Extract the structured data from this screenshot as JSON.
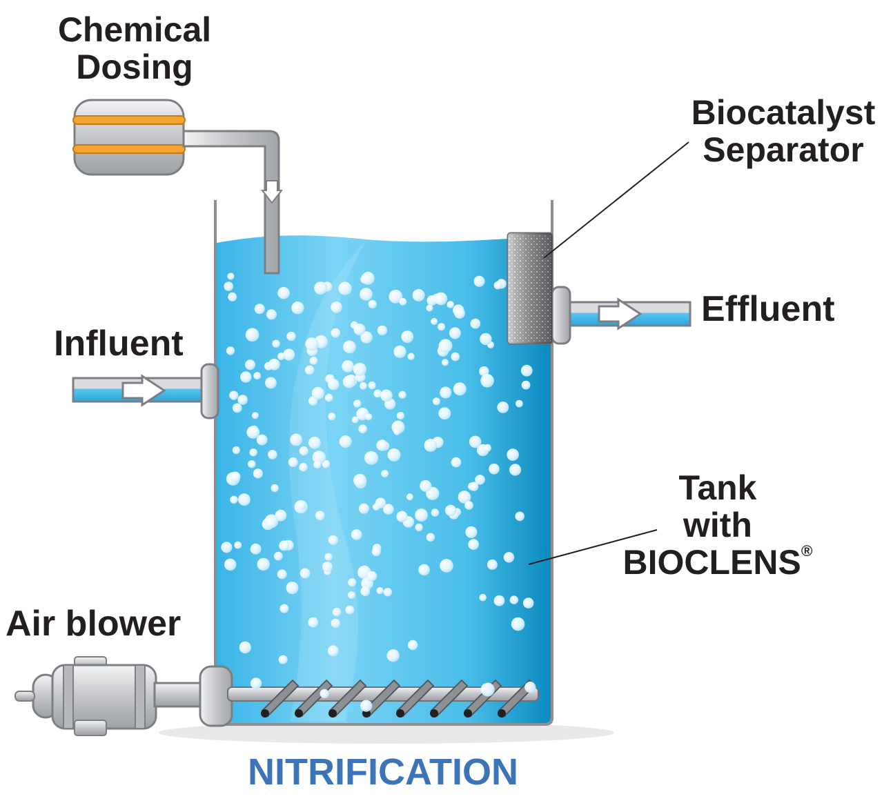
{
  "labels": {
    "chemical_dosing": [
      "Chemical",
      "Dosing"
    ],
    "biocatalyst_separator": [
      "Biocatalyst",
      "Separator"
    ],
    "effluent": "Effluent",
    "influent": "Influent",
    "tank": [
      "Tank",
      "with",
      "BIOCLENS"
    ],
    "tank_mark": "®",
    "air_blower": "Air blower",
    "process": "NITRIFICATION"
  },
  "colors": {
    "water_light": "#6dcdf2",
    "water_dark": "#0e8fc2",
    "pipe_gray": "#c9cbce",
    "pipe_outline": "#7b7e82",
    "orange_band": "#f4a433",
    "label_text": "#231f20",
    "process_text": "#3c74b8"
  },
  "icons": [
    "chemical-pump-icon",
    "air-blower-motor-icon",
    "flow-arrow-icon"
  ]
}
